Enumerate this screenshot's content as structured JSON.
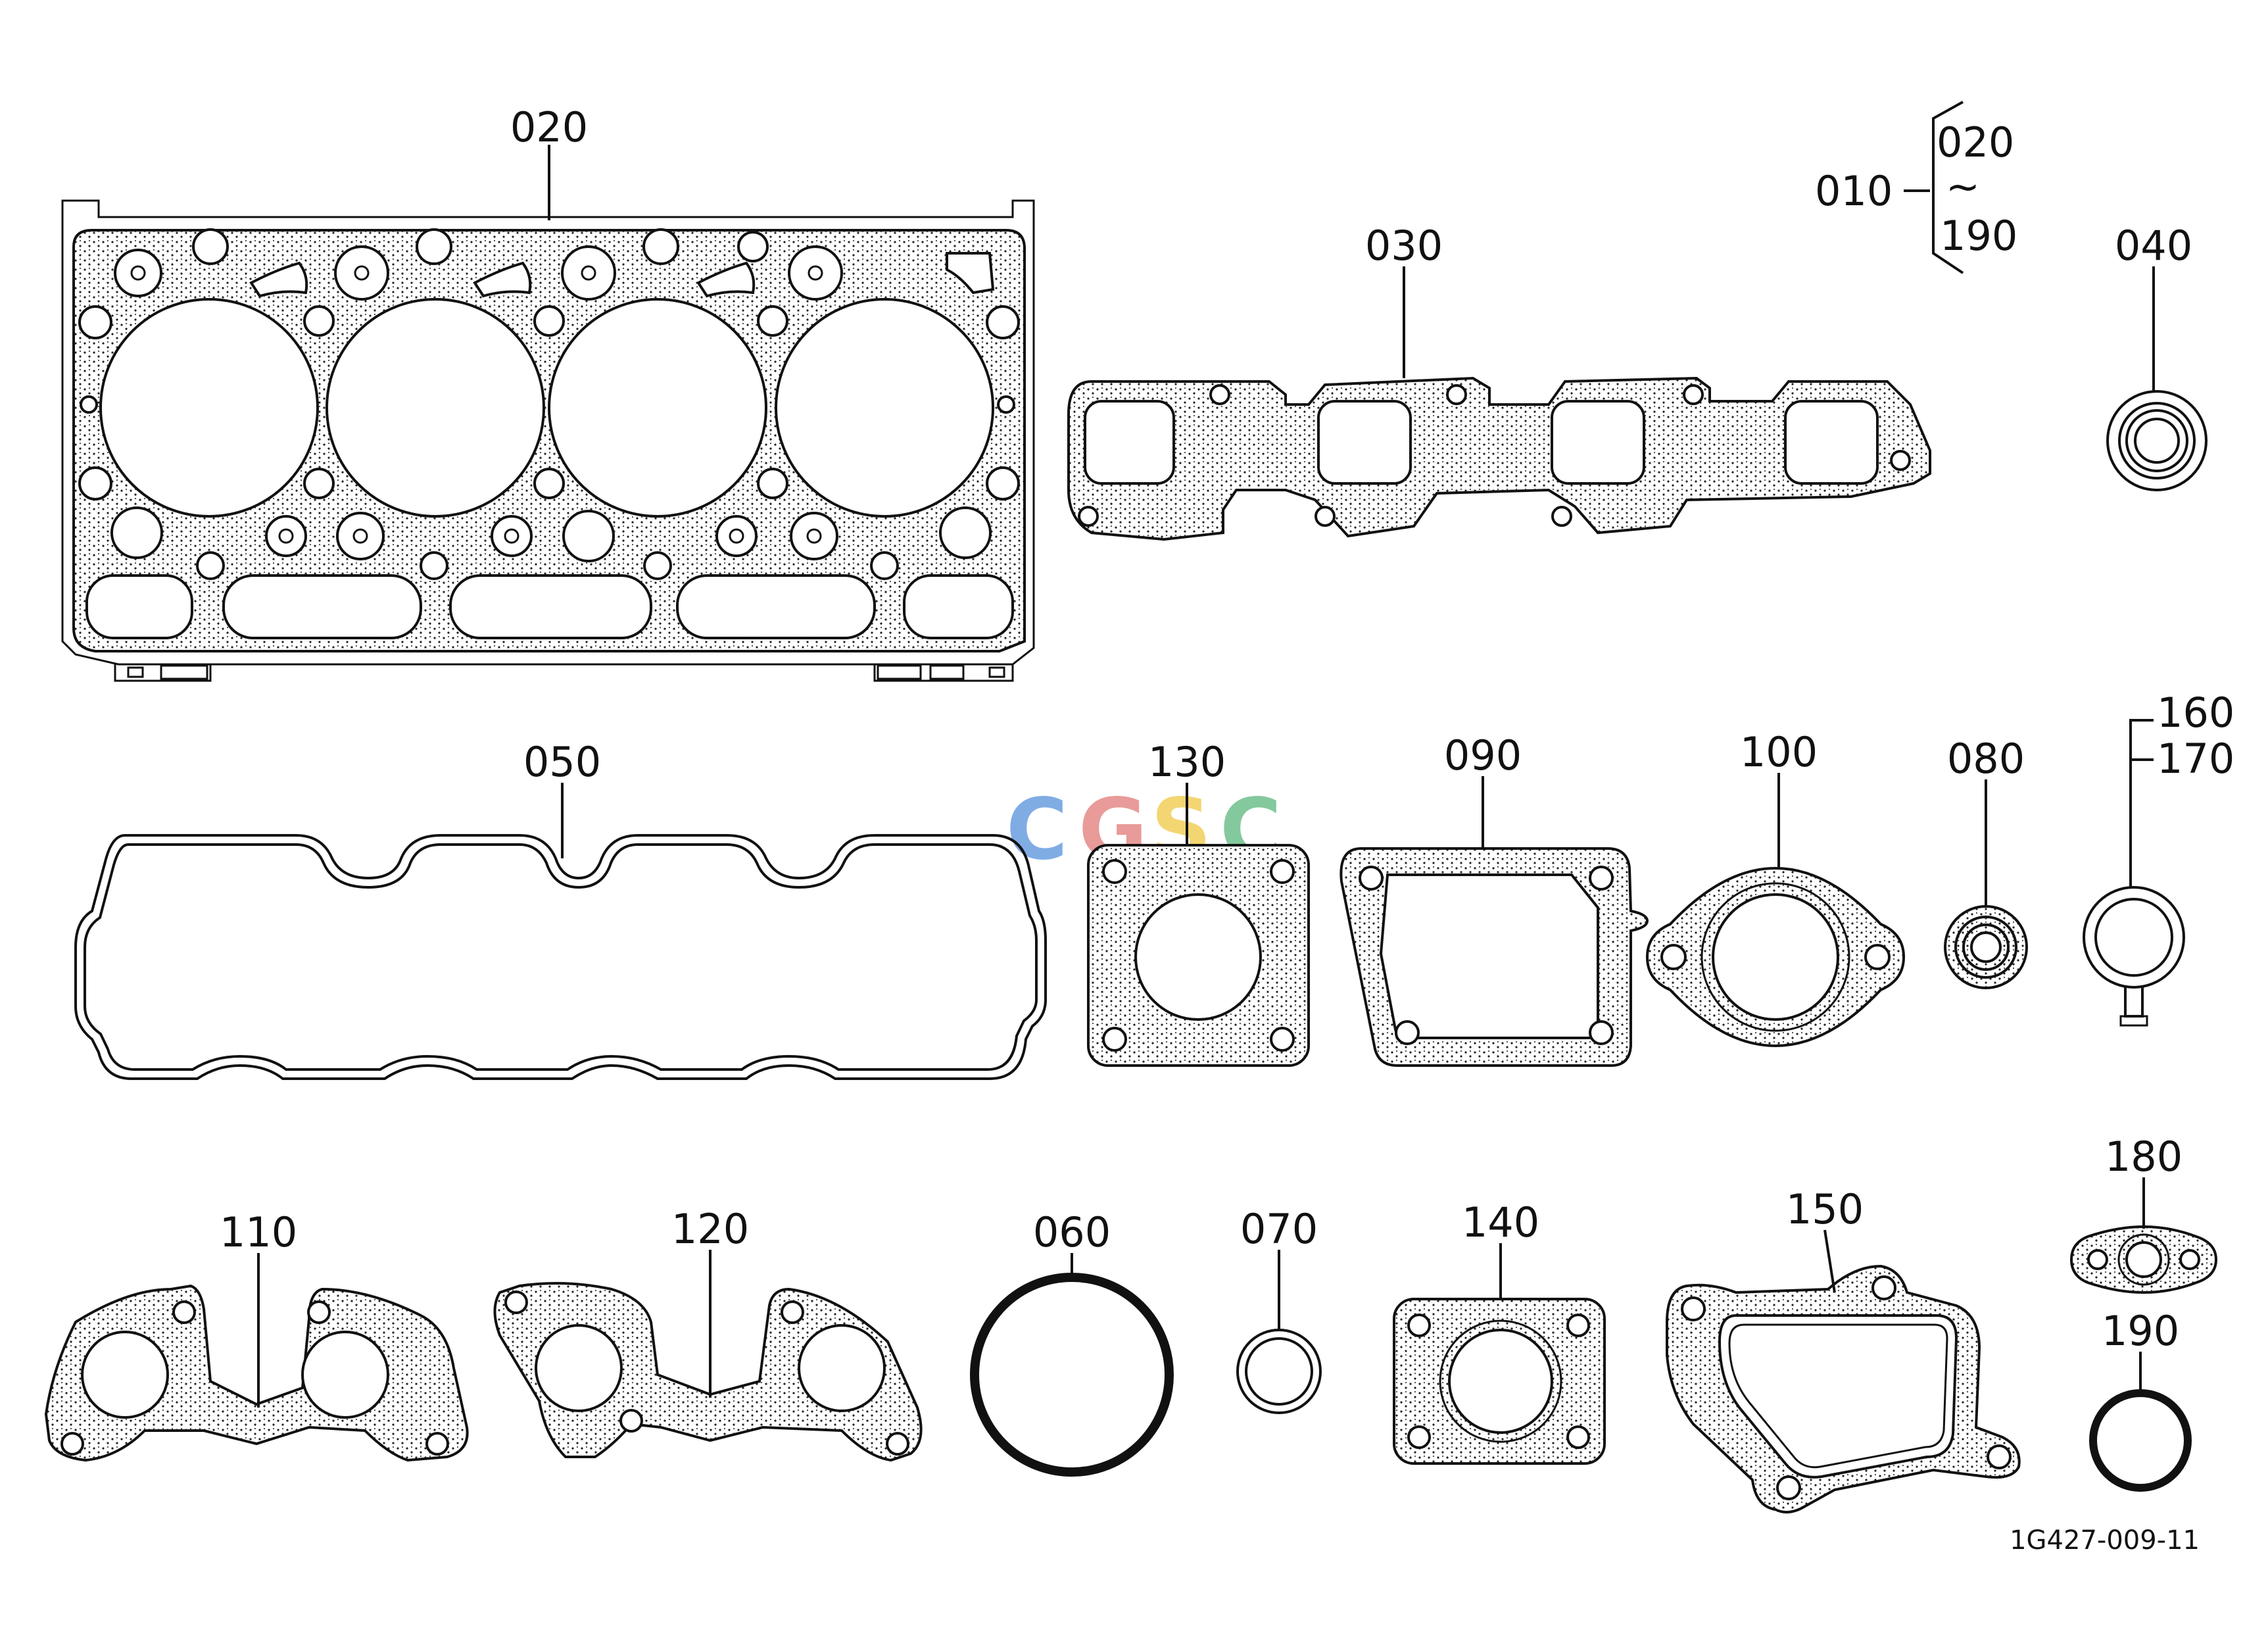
{
  "diagram": {
    "drawing_code": "1G427-009-11",
    "watermark": {
      "letters": [
        "C",
        "G",
        "S",
        "C"
      ],
      "colors": [
        "#6a9ee0",
        "#e58a88",
        "#f2cf5a",
        "#6fbf8c"
      ]
    },
    "set": {
      "label": "010",
      "range_start": "020",
      "range_sep": "~",
      "range_end": "190"
    },
    "parts": {
      "p020": "020",
      "p030": "030",
      "p040": "040",
      "p050": "050",
      "p130": "130",
      "p090": "090",
      "p100": "100",
      "p080": "080",
      "p160": "160",
      "p170": "170",
      "p110": "110",
      "p120": "120",
      "p060": "060",
      "p070": "070",
      "p140": "140",
      "p150": "150",
      "p180": "180",
      "p190": "190"
    }
  }
}
